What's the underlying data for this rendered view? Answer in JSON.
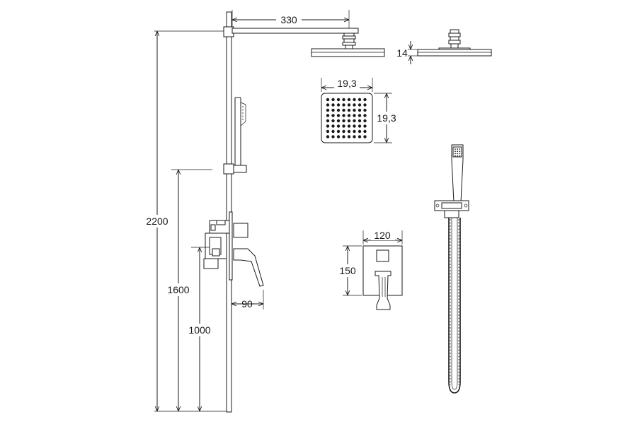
{
  "dimensions": {
    "arm_length": "330",
    "head_thickness": "14",
    "head_width": "19,3",
    "head_height": "19,3",
    "mixer_width": "120",
    "mixer_height": "150",
    "mixer_depth": "90",
    "total_height": "2200",
    "holder_height": "1600",
    "mixer_position": "1000"
  },
  "colors": {
    "line": "#1a1a1a",
    "background": "#ffffff"
  }
}
